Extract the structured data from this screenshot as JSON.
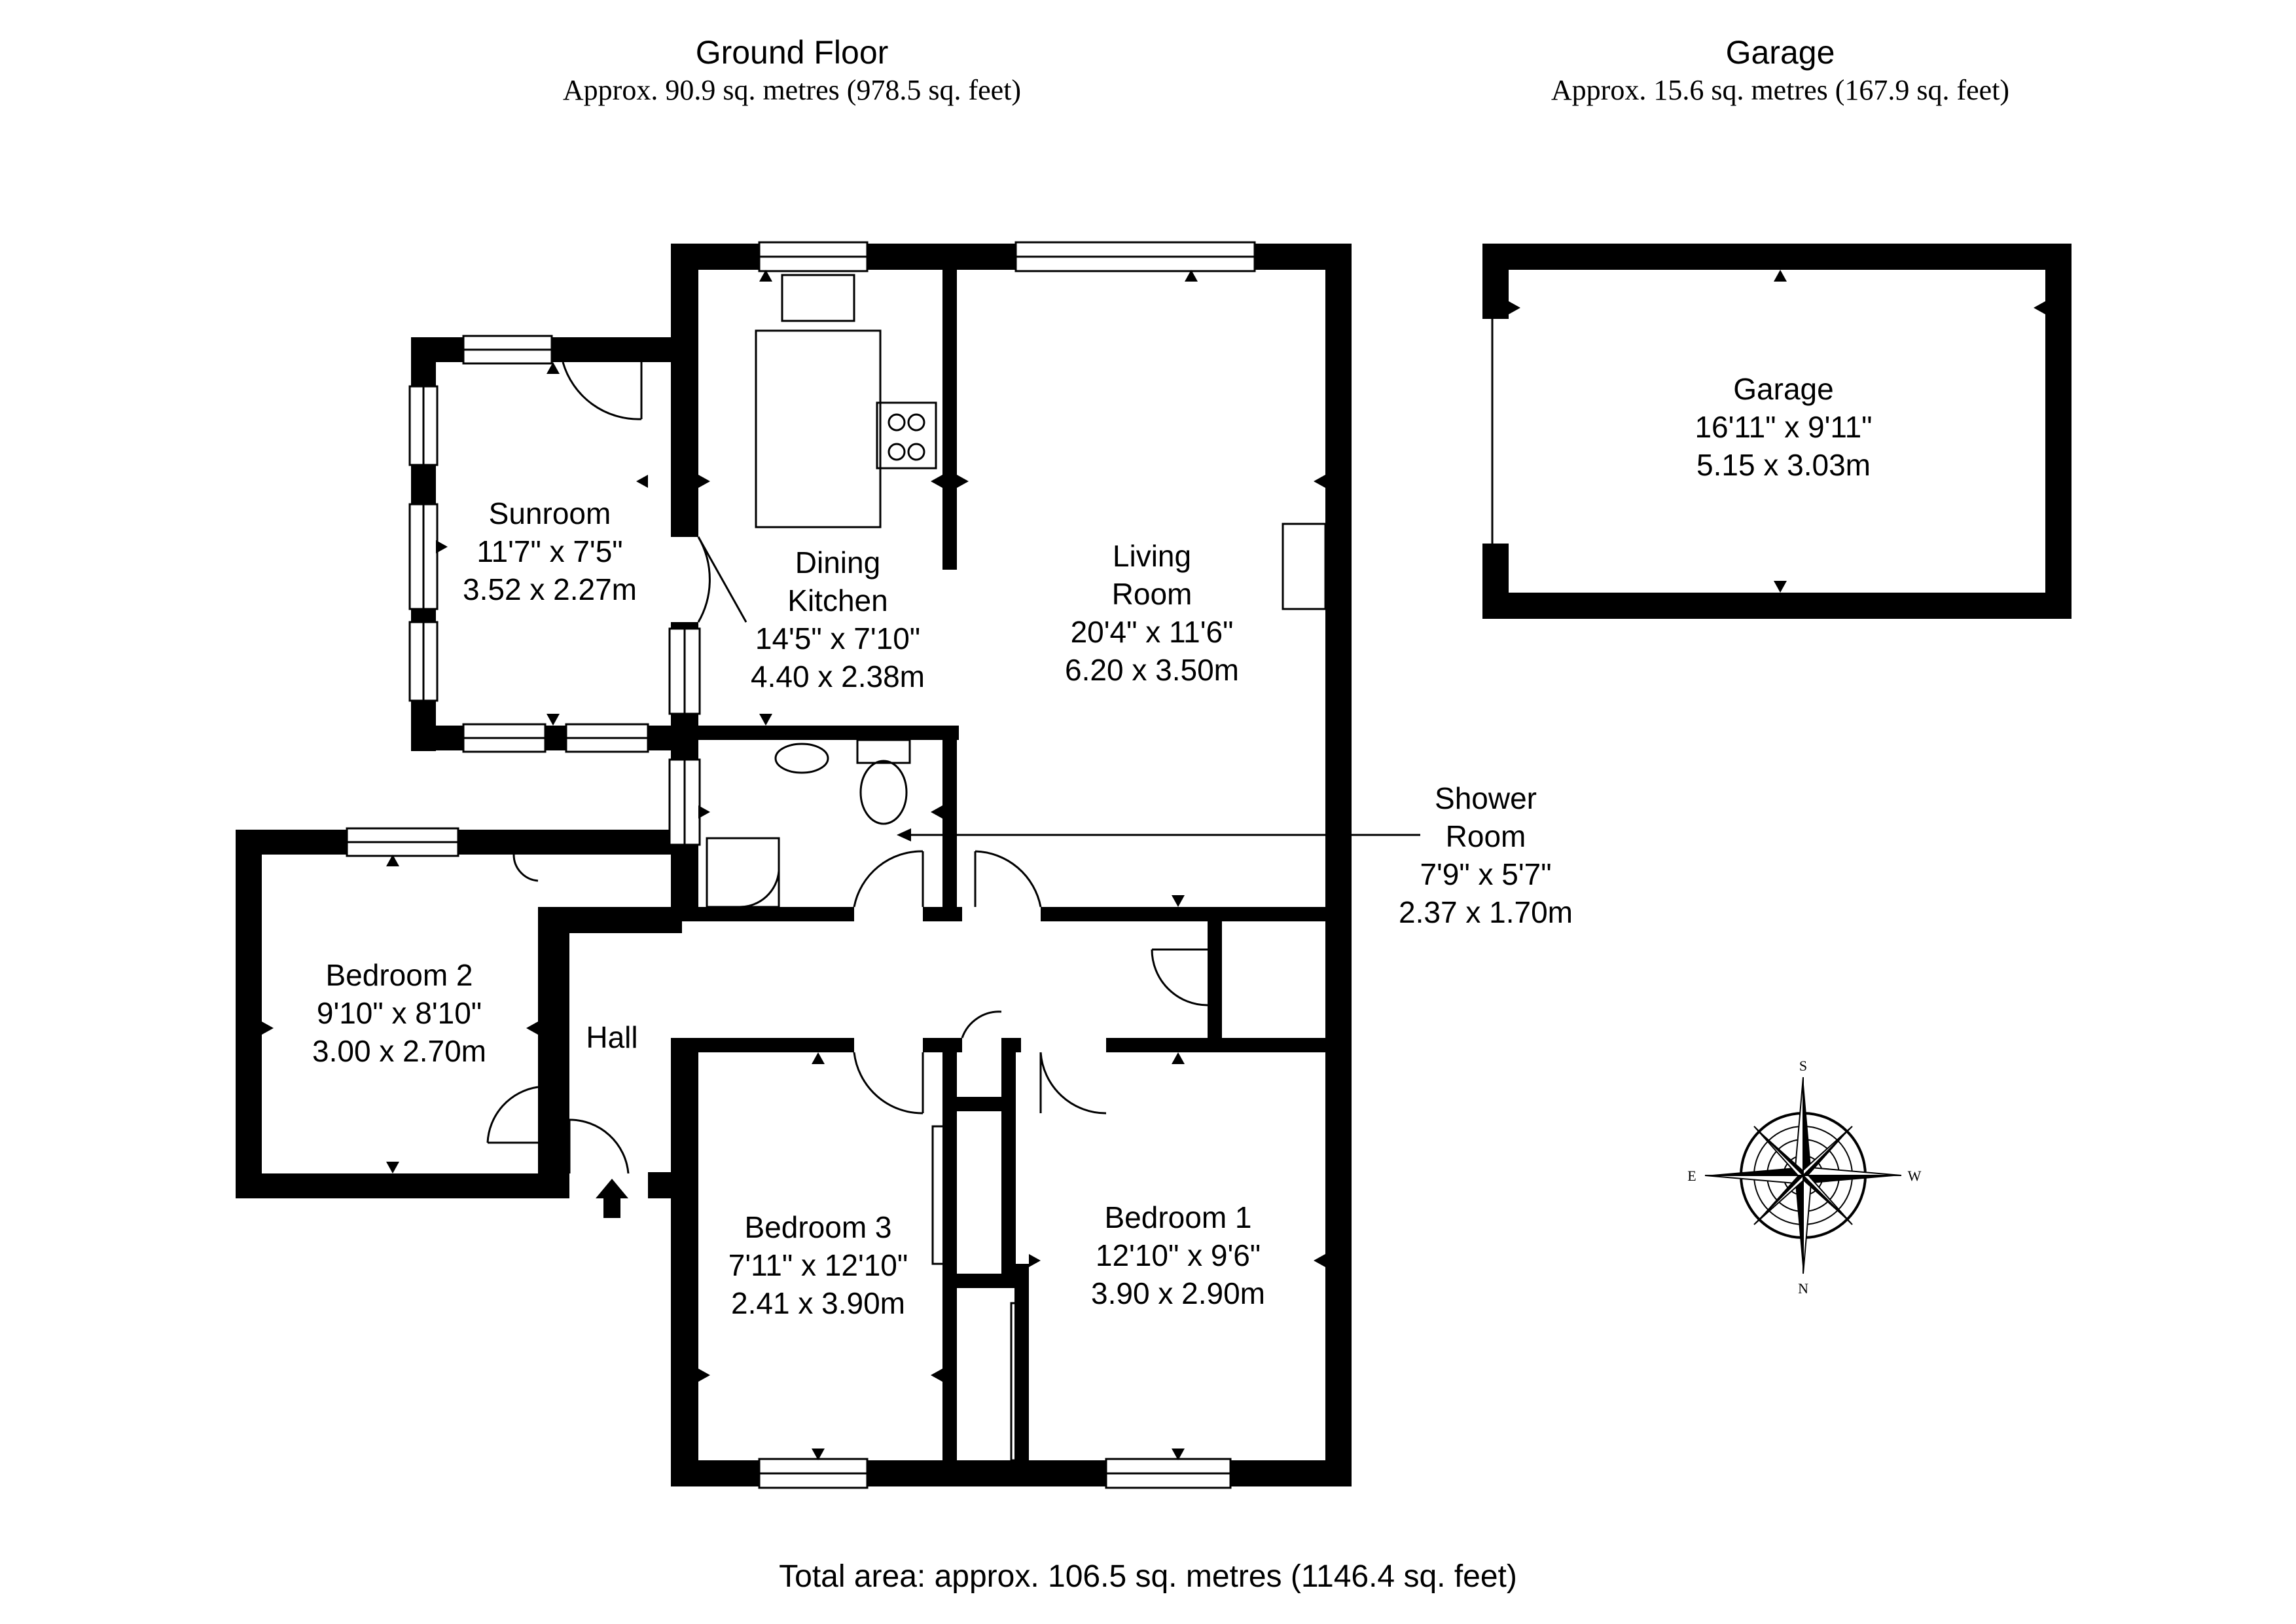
{
  "ground_floor": {
    "title": "Ground Floor",
    "area": "Approx. 90.9 sq. metres (978.5 sq. feet)"
  },
  "garage_header": {
    "title": "Garage",
    "area": "Approx. 15.6 sq. metres (167.9 sq. feet)"
  },
  "rooms": {
    "sunroom": {
      "name": "Sunroom",
      "imperial": "11'7\" x 7'5\"",
      "metric": "3.52 x 2.27m"
    },
    "dining_kitchen": {
      "name_line1": "Dining",
      "name_line2": "Kitchen",
      "imperial": "14'5\" x 7'10\"",
      "metric": "4.40 x 2.38m"
    },
    "living_room": {
      "name_line1": "Living",
      "name_line2": "Room",
      "imperial": "20'4\" x 11'6\"",
      "metric": "6.20 x 3.50m"
    },
    "shower_room": {
      "name_line1": "Shower",
      "name_line2": "Room",
      "imperial": "7'9\" x 5'7\"",
      "metric": "2.37 x 1.70m"
    },
    "bedroom_2": {
      "name": "Bedroom 2",
      "imperial": "9'10\" x 8'10\"",
      "metric": "3.00 x 2.70m"
    },
    "hall": {
      "name": "Hall"
    },
    "bedroom_3": {
      "name": "Bedroom 3",
      "imperial": "7'11\" x 12'10\"",
      "metric": "2.41 x 3.90m"
    },
    "bedroom_1": {
      "name": "Bedroom 1",
      "imperial": "12'10\" x 9'6\"",
      "metric": "3.90 x 2.90m"
    },
    "garage": {
      "name": "Garage",
      "imperial": "16'11\" x 9'11\"",
      "metric": "5.15 x 3.03m"
    }
  },
  "compass": {
    "n": "N",
    "s": "S",
    "e": "E",
    "w": "W"
  },
  "total_area": "Total area: approx. 106.5 sq. metres (1146.4 sq. feet)"
}
